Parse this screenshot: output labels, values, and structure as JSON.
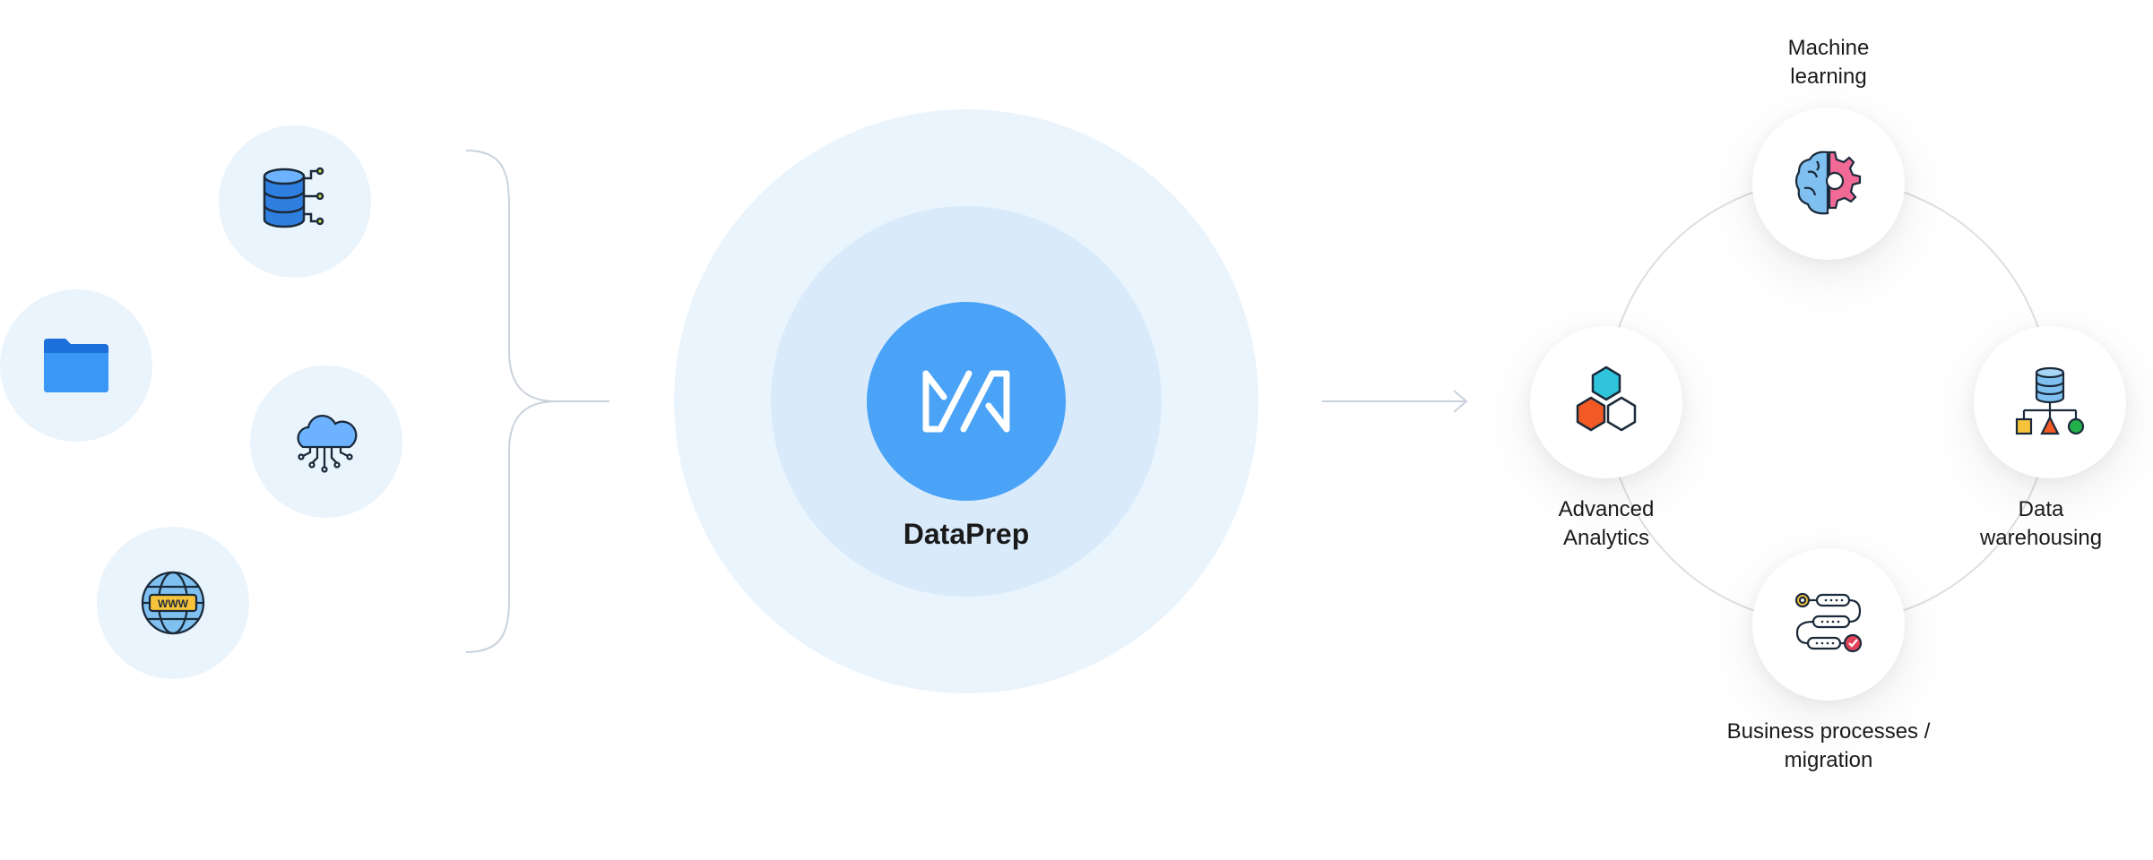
{
  "sources": [
    {
      "icon": "database-icon"
    },
    {
      "icon": "folder-icon"
    },
    {
      "icon": "cloud-icon"
    },
    {
      "icon": "globe-www-icon",
      "text": "WWW"
    }
  ],
  "center": {
    "title": "DataPrep",
    "icon": "dataprep-logo-icon"
  },
  "outputs": {
    "machine_learning": {
      "label_line1": "Machine",
      "label_line2": "learning",
      "icon": "brain-gear-icon"
    },
    "advanced_analytics": {
      "label_line1": "Advanced",
      "label_line2": "Analytics",
      "icon": "hexagons-icon"
    },
    "data_warehousing": {
      "label_line1": "Data",
      "label_line2": "warehousing",
      "icon": "database-tree-icon"
    },
    "business_processes": {
      "label_line1": "Business processes /",
      "label_line2": "migration",
      "icon": "workflow-icon"
    }
  },
  "colors": {
    "source_bg": "#eaf4fd",
    "outer_ring": "#eaf4fd",
    "middle_ring": "#d9ebfb",
    "core": "#4aa3f7",
    "connector": "#c9d2dc"
  }
}
